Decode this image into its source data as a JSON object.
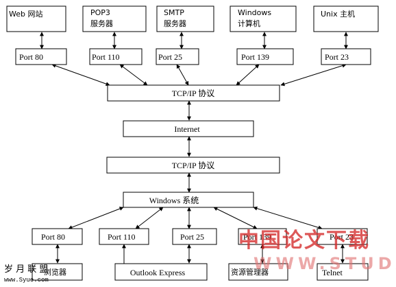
{
  "servers": [
    {
      "line1": "Web 网站",
      "line2": ""
    },
    {
      "line1": "POP3",
      "line2": "服务器"
    },
    {
      "line1": "SMTP",
      "line2": "服务器"
    },
    {
      "line1": "Windows",
      "line2": "计算机"
    },
    {
      "line1": "Unix 主机",
      "line2": ""
    }
  ],
  "server_ports": [
    "Port 80",
    "Port 110",
    "Port 25",
    "Port 139",
    "Port 23"
  ],
  "layers": {
    "tcpip_top": "TCP/IP 协议",
    "internet": "Internet",
    "tcpip_bottom": "TCP/IP 协议",
    "windows_system": "Windows  系统"
  },
  "client_ports": [
    "Port 80",
    "Port 110",
    "Port 25",
    "Port 139",
    "Port 23"
  ],
  "clients": [
    "浏览器",
    "Outlook Express",
    "",
    "资源管理器",
    "Telnet"
  ],
  "watermark": {
    "cn": "中国论文下载",
    "en": "WWW.STUDA.",
    "left": "岁 月 联 盟",
    "left_small": "www.Syue.com"
  }
}
